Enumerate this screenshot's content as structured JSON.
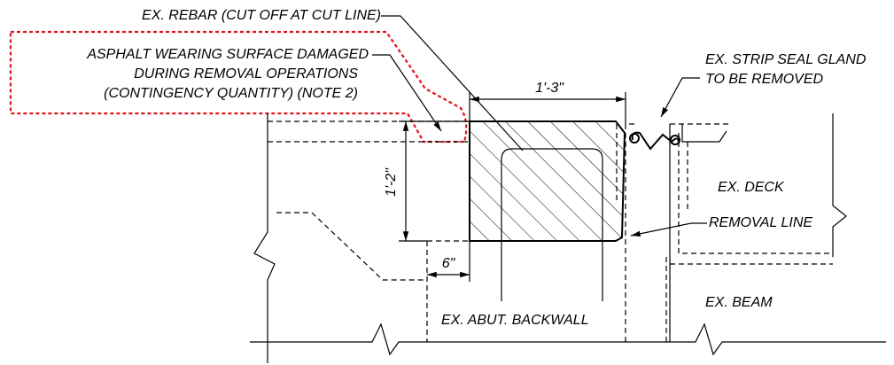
{
  "labels": {
    "rebar": "EX. REBAR (CUT OFF AT CUT LINE)",
    "asphalt_line1": "ASPHALT WEARING SURFACE DAMAGED",
    "asphalt_line2": "DURING REMOVAL OPERATIONS",
    "asphalt_line3": "(CONTINGENCY QUANTITY) (NOTE 2)",
    "strip_seal_line1": "EX. STRIP SEAL GLAND",
    "strip_seal_line2": "TO BE REMOVED",
    "deck": "EX. DECK",
    "removal_line": "REMOVAL LINE",
    "beam": "EX. BEAM",
    "backwall": "EX. ABUT. BACKWALL"
  },
  "dimensions": {
    "width": "1'-3\"",
    "height": "1'-2\"",
    "offset": "6\""
  },
  "colors": {
    "line": "#000000",
    "cloud": "#e0141e",
    "background": "#ffffff"
  }
}
